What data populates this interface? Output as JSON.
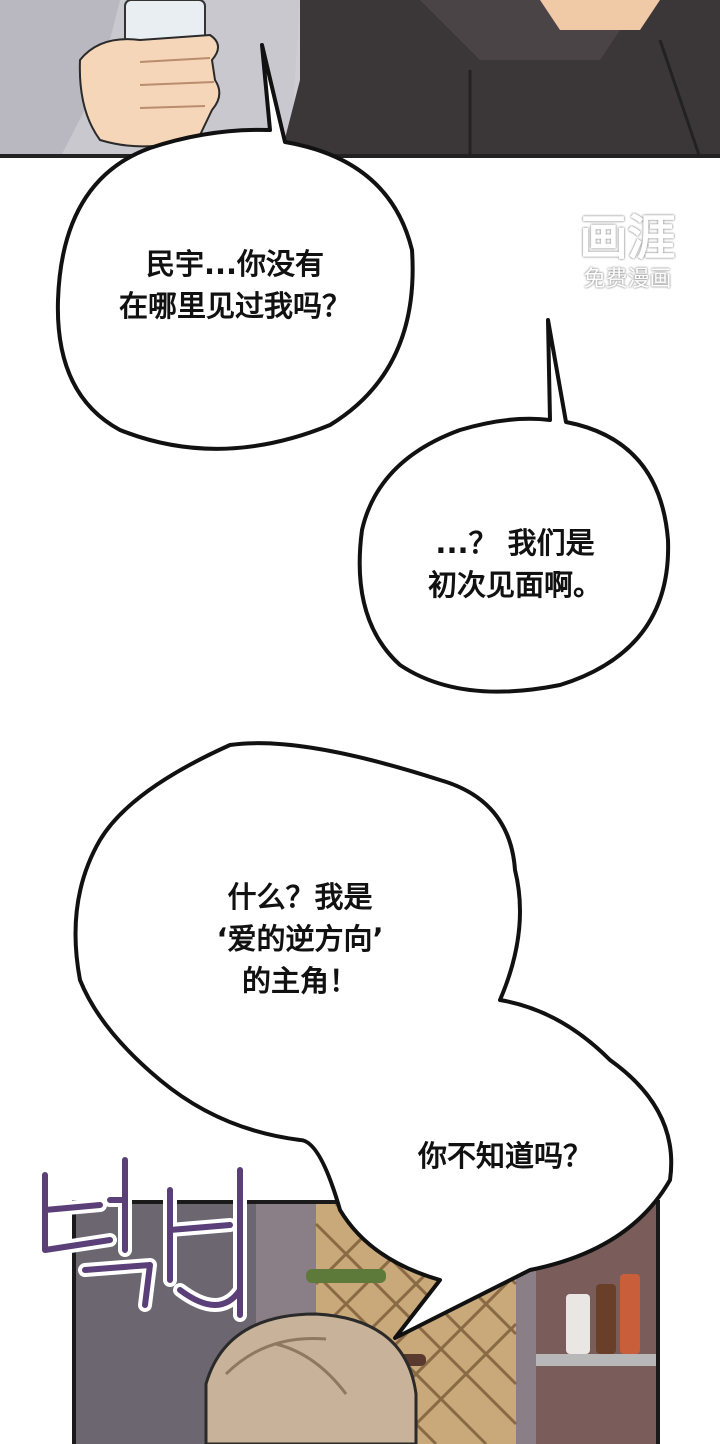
{
  "watermark": {
    "logo": "画涯",
    "text": "免费漫画"
  },
  "bubbles": [
    {
      "lines": [
        "民宇...你没有",
        "在哪里见过我吗？"
      ]
    },
    {
      "lines": [
        "...？ 我们是",
        "初次见面啊。"
      ]
    },
    {
      "lines": [
        "什么？我是",
        "‘爱的逆方向’",
        "的主角！"
      ]
    },
    {
      "lines": [
        "你不知道吗？"
      ]
    }
  ],
  "sfx": {
    "text": "벌떡"
  }
}
